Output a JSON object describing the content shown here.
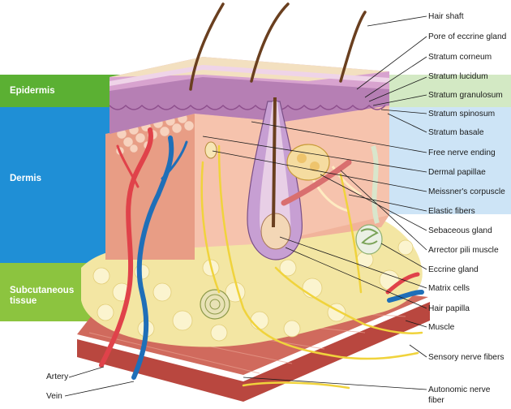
{
  "diagram": {
    "layers": {
      "epidermis": "Epidermis",
      "dermis": "Dermis",
      "subcutaneous_line1": "Subcutaneous",
      "subcutaneous_line2": "tissue"
    },
    "colors": {
      "epidermis_band": "#5bb033",
      "epidermis_band_light": "#cfe7bf",
      "dermis_band": "#1f8fd6",
      "dermis_band_light": "#c9e2f5",
      "subcutaneous_band": "#8cc43f",
      "skin_pink": "#f3b8a3",
      "epidermis_purple": "#b981b4",
      "fat_yellow": "#f3e6a3",
      "muscle_red": "#c95a4f",
      "artery_red": "#e0424a",
      "vein_blue": "#1f6fb8",
      "nerve_yellow": "#f0d33c"
    },
    "labels": {
      "hair_shaft": "Hair shaft",
      "pore": "Pore of eccrine gland",
      "corneum": "Stratum corneum",
      "lucidum": "Stratum lucidum",
      "granulosum": "Stratum granulosum",
      "spinosum": "Stratum spinosum",
      "basale": "Stratum basale",
      "free_nerve": "Free nerve ending",
      "dermal_papillae": "Dermal papillae",
      "meissner": "Meissner's corpuscle",
      "elastic": "Elastic fibers",
      "sebaceous": "Sebaceous gland",
      "arrector": "Arrector pili muscle",
      "eccrine": "Eccrine gland",
      "matrix": "Matrix cells",
      "hair_papilla": "Hair papilla",
      "muscle": "Muscle",
      "sensory": "Sensory nerve fibers",
      "autonomic_line1": "Autonomic nerve",
      "autonomic_line2": "fiber",
      "artery": "Artery",
      "vein": "Vein"
    }
  }
}
